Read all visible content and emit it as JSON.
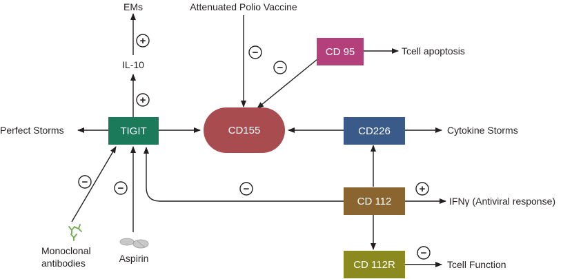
{
  "nodes": {
    "tigit": {
      "label": "TIGIT",
      "color": "#1a7a5a"
    },
    "cd155": {
      "label": "CD155",
      "color": "#a84c50"
    },
    "cd95": {
      "label": "CD 95",
      "color": "#b3407a"
    },
    "cd226": {
      "label": "CD226",
      "color": "#3a5a8a"
    },
    "cd112": {
      "label": "CD 112",
      "color": "#8a6530"
    },
    "cd112r": {
      "label": "CD 112R",
      "color": "#8a8a1e"
    }
  },
  "labels": {
    "ems": "EMs",
    "il10": "IL-10",
    "attenuated_polio_vaccine": "Attenuated Polio Vaccine",
    "tcell_apoptosis": "Tcell apoptosis",
    "perfect_storms": "Perfect Storms",
    "cytokine_storms": "Cytokine Storms",
    "ifng_response": "IFNγ (Antiviral response)",
    "tcell_function": "Tcell Function",
    "monoclonal_line1": "Monoclonal",
    "monoclonal_line2": "antibodies",
    "aspirin": "Aspirin"
  },
  "signs": {
    "plus": "+",
    "minus": "−"
  },
  "icons": {
    "antibody": "antibody-icon",
    "pills": "pills-icon",
    "antibody_color": "#6aa84f",
    "pill_color": "#c8c8c8"
  }
}
